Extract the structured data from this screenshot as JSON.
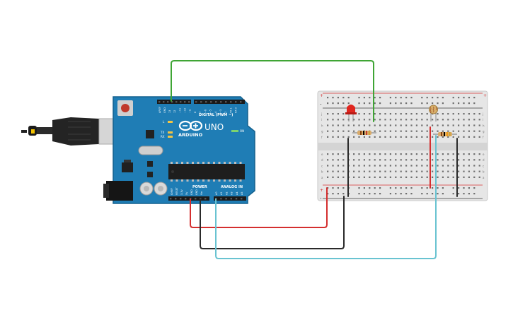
{
  "board": {
    "brand": "ARDUINO",
    "model": "UNO",
    "digital_header": "DIGITAL (PWM ~)",
    "power_header": "POWER",
    "analog_header": "ANALOG IN",
    "on_label": "ON",
    "l_label": "L",
    "tx_label": "TX",
    "rx_label": "RX",
    "aref_label": "AREF",
    "gnd_label": "GND",
    "digital_pins": [
      "13",
      "12",
      "~11",
      "~10",
      "~9",
      "8",
      "7",
      "~6",
      "~5",
      "4",
      "~3",
      "2",
      "TX 1",
      "RX 0"
    ],
    "power_pins": [
      "IOREF",
      "RESET",
      "3.3V",
      "5V",
      "GND",
      "GND",
      "Vin"
    ],
    "analog_pins": [
      "A0",
      "A1",
      "A2",
      "A3",
      "A4",
      "A5"
    ]
  },
  "breadboard": {
    "row_letters_top": [
      "j",
      "i",
      "h",
      "g",
      "f"
    ],
    "row_letters_bottom": [
      "e",
      "d",
      "c",
      "b",
      "a"
    ],
    "plus": "+",
    "minus": "-"
  },
  "colors": {
    "board": "#1f7db5",
    "board_edge": "#15628f",
    "wire_green": "#3fa535",
    "wire_red": "#d42f2f",
    "wire_black": "#2a2a2a",
    "wire_cyan": "#69c3d1",
    "led": "#e0261f",
    "breadboard": "#e5e5e5"
  }
}
